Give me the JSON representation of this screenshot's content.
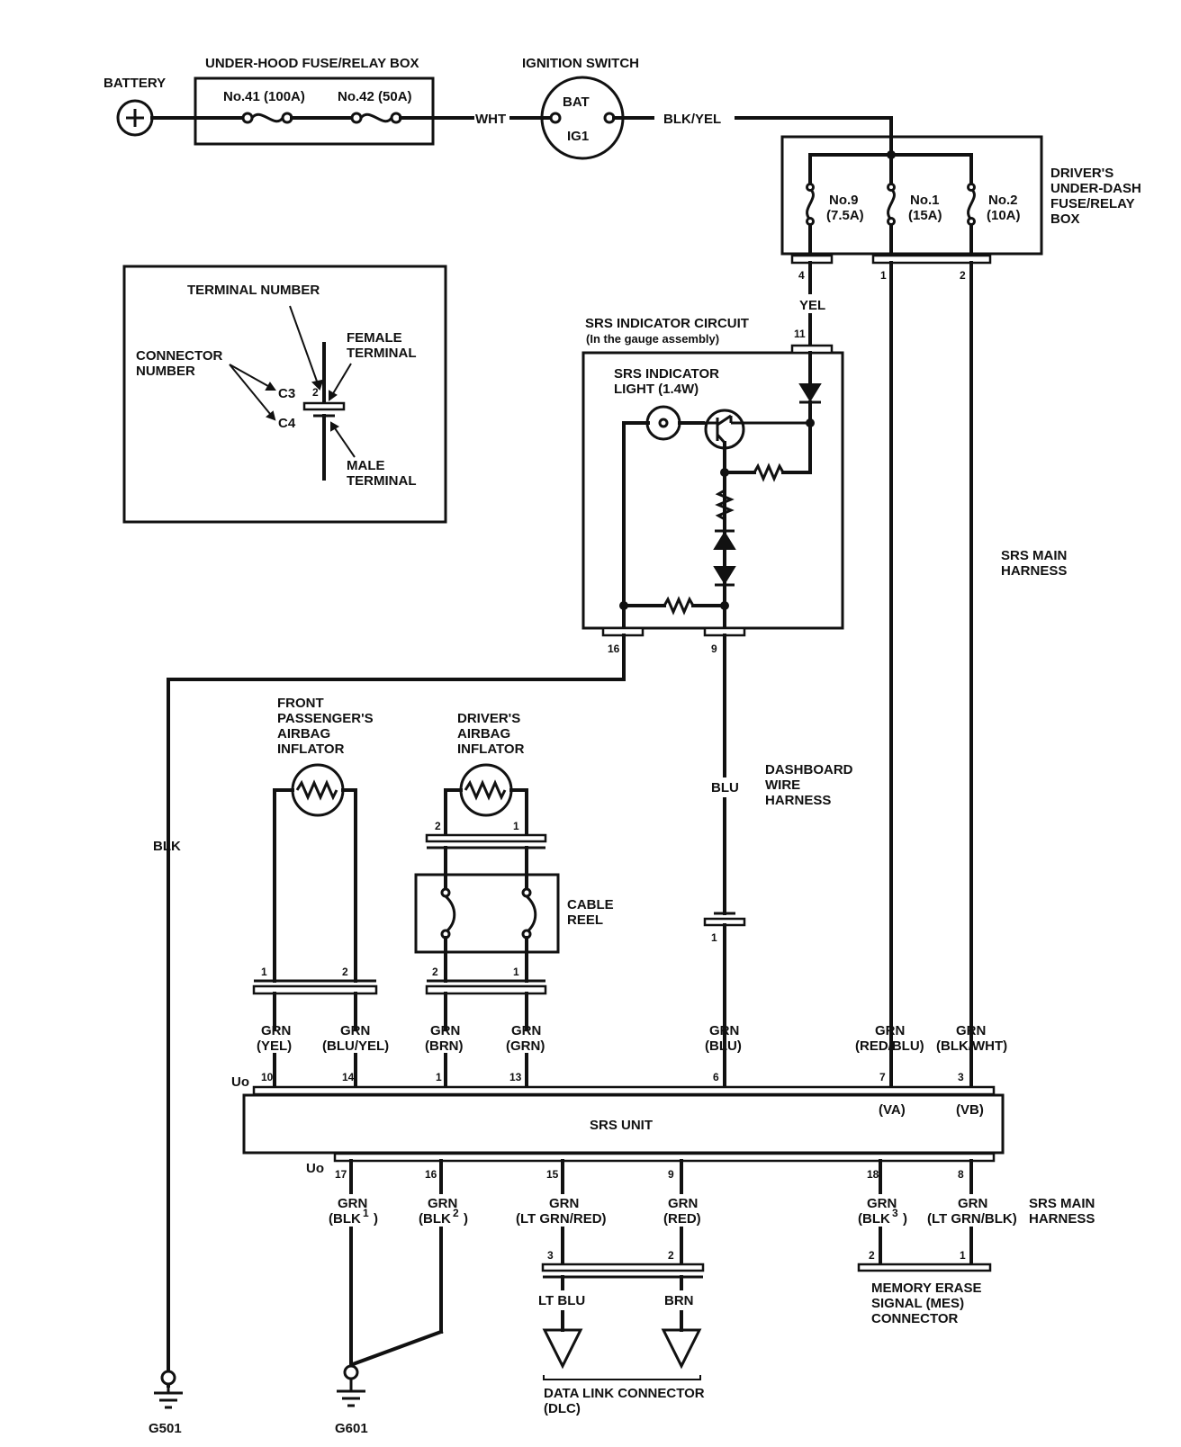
{
  "labels": {
    "battery": "BATTERY",
    "under_hood_box": "UNDER-HOOD FUSE/RELAY BOX",
    "fuse41": "No.41 (100A)",
    "fuse42": "No.42 (50A)",
    "wht": "WHT",
    "ignition_switch": "IGNITION SWITCH",
    "bat": "BAT",
    "ig1": "IG1",
    "blk_yel": "BLK/YEL",
    "drivers_box_1": "DRIVER'S",
    "drivers_box_2": "UNDER-DASH",
    "drivers_box_3": "FUSE/RELAY",
    "drivers_box_4": "BOX",
    "fuse9_a": "No.9",
    "fuse9_b": "(7.5A)",
    "fuse1_a": "No.1",
    "fuse1_b": "(15A)",
    "fuse2_a": "No.2",
    "fuse2_b": "(10A)",
    "pin4": "4",
    "pin1_top": "1",
    "pin2_top": "2",
    "yel": "YEL",
    "srs_indicator_circuit": "SRS INDICATOR CIRCUIT",
    "in_gauge_assembly": "(In the gauge assembly)",
    "pin11": "11",
    "srs_indicator_light_1": "SRS INDICATOR",
    "srs_indicator_light_2": "LIGHT (1.4W)",
    "pin16_gauge": "16",
    "pin9_gauge": "9",
    "blk": "BLK",
    "blu": "BLU",
    "dashboard_1": "DASHBOARD",
    "dashboard_2": "WIRE",
    "dashboard_3": "HARNESS",
    "srs_main_harness_1": "SRS MAIN",
    "srs_main_harness_2": "HARNESS",
    "legend_terminal_number": "TERMINAL NUMBER",
    "legend_connector_1": "CONNECTOR",
    "legend_connector_2": "NUMBER",
    "legend_female_1": "FEMALE",
    "legend_female_2": "TERMINAL",
    "legend_male_1": "MALE",
    "legend_male_2": "TERMINAL",
    "legend_c3": "C3",
    "legend_c4": "C4",
    "legend_2": "2",
    "front_pass_1": "FRONT",
    "front_pass_2": "PASSENGER'S",
    "front_pass_3": "AIRBAG",
    "front_pass_4": "INFLATOR",
    "driver_airbag_1": "DRIVER'S",
    "driver_airbag_2": "AIRBAG",
    "driver_airbag_3": "INFLATOR",
    "cable_reel_1": "CABLE",
    "cable_reel_2": "REEL",
    "dr_pin2_top": "2",
    "dr_pin1_top": "1",
    "fp_pin1": "1",
    "fp_pin2": "2",
    "cr_pin2": "2",
    "cr_pin1": "1",
    "blu_pin1": "1",
    "grn": "GRN",
    "w_yel": "(YEL)",
    "w_bluyel": "(BLU/YEL)",
    "w_brn": "(BRN)",
    "w_grn": "(GRN)",
    "w_blu": "(BLU)",
    "w_redblu": "(RED/BLU)",
    "w_blkwht": "(BLK/WHT)",
    "uo": "Uo",
    "p10": "10",
    "p14": "14",
    "p1": "1",
    "p13": "13",
    "p6": "6",
    "p7": "7",
    "p3": "3",
    "va": "(VA)",
    "vb": "(VB)",
    "srs_unit": "SRS UNIT",
    "p17": "17",
    "p16": "16",
    "p15": "15",
    "p9": "9",
    "p18": "18",
    "p8": "8",
    "w_blk1": "(BLK",
    "sup1": "1",
    "w_blk2": "(BLK",
    "sup2": "2",
    "w_ltgrnred": "(LT GRN/RED)",
    "w_red": "(RED)",
    "w_blk3": "(BLK",
    "sup3": "3",
    "close_paren": ")",
    "w_ltgrnblk": "(LT GRN/BLK)",
    "srs_main_harness_b1": "SRS MAIN",
    "srs_main_harness_b2": "HARNESS",
    "dlc_pin3": "3",
    "dlc_pin2": "2",
    "lt_blu": "LT BLU",
    "brn": "BRN",
    "mes_pin2": "2",
    "mes_pin1": "1",
    "mes_1": "MEMORY ERASE",
    "mes_2": "SIGNAL (MES)",
    "mes_3": "CONNECTOR",
    "dlc_1": "DATA LINK CONNECTOR",
    "dlc_2": "(DLC)",
    "g501": "G501",
    "g601": "G601"
  }
}
